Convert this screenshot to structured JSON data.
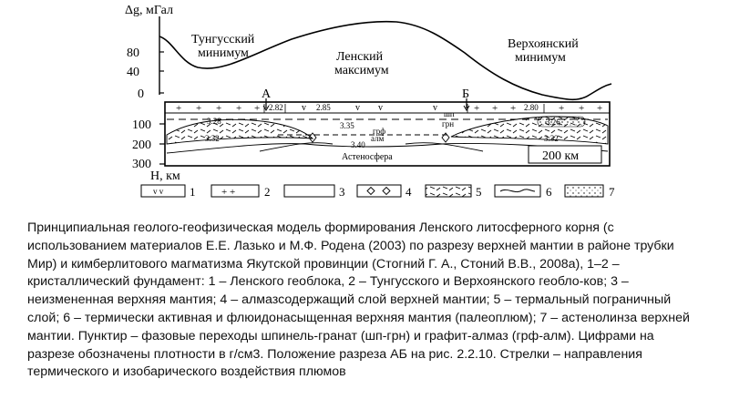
{
  "figure": {
    "gravity_axis_label": "Δg, мГал",
    "gravity_ticks": [
      "80",
      "40",
      "0"
    ],
    "depth_axis_label": "Н, км",
    "depth_ticks": [
      "100",
      "200",
      "300"
    ],
    "anomalies": [
      {
        "line1": "Тунгусский",
        "line2": "минимум"
      },
      {
        "line1": "Ленский",
        "line2": "максимум"
      },
      {
        "line1": "Верхоянский",
        "line2": "минимум"
      }
    ],
    "section_points": [
      "А",
      "Б"
    ],
    "densities": {
      "top_row": [
        "2.82",
        "2.85",
        "2.80"
      ],
      "left": [
        "3.28",
        "3.32"
      ],
      "center": [
        "3.35",
        "3.40"
      ],
      "right": [
        "3.26",
        "3.32"
      ]
    },
    "phase_labels": {
      "spinel_garnet": "шп",
      "spinel_garnet_lower": "грн",
      "graphite_diamond": "грф",
      "graphite_diamond_lower": "алм"
    },
    "asthenosphere": "Астеносфера",
    "scale_bar": "200 км",
    "legend_numbers": [
      "1",
      "2",
      "3",
      "4",
      "5",
      "6",
      "7"
    ]
  },
  "caption": "Принципиальная геолого-геофизическая модель формирования Ленского литосферного корня (с использованием материалов Е.Е. Лазько и М.Ф. Родена (2003) по разрезу верхней мантии в районе трубки Мир) и кимберлитового магматизма Якутской провинции (Стогний Г. А., Стоний  В.В., 2008а),  1–2 – кристаллический фундамент: 1 – Ленского геоблока, 2 – Тунгусского и Верхоянского геобло-ков; 3 – неизмененная верхняя мантия; 4 – алмазсодержащий слой верхней мантии; 5 – термальный пограничный слой; 6 – термически активная и флюидонасыщенная верхняя мантия (палеоплюм); 7 – астенолинза верхней мантии. Пунктир – фазовые переходы шпинель-гранат (шп-грн) и графит-алмаз (грф-алм). Цифрами на разрезе обозначены плотности в г/см3. Положение разреза АБ на рис. 2.2.10. Стрелки – направления термического и изобарического воздействия плюмов"
}
